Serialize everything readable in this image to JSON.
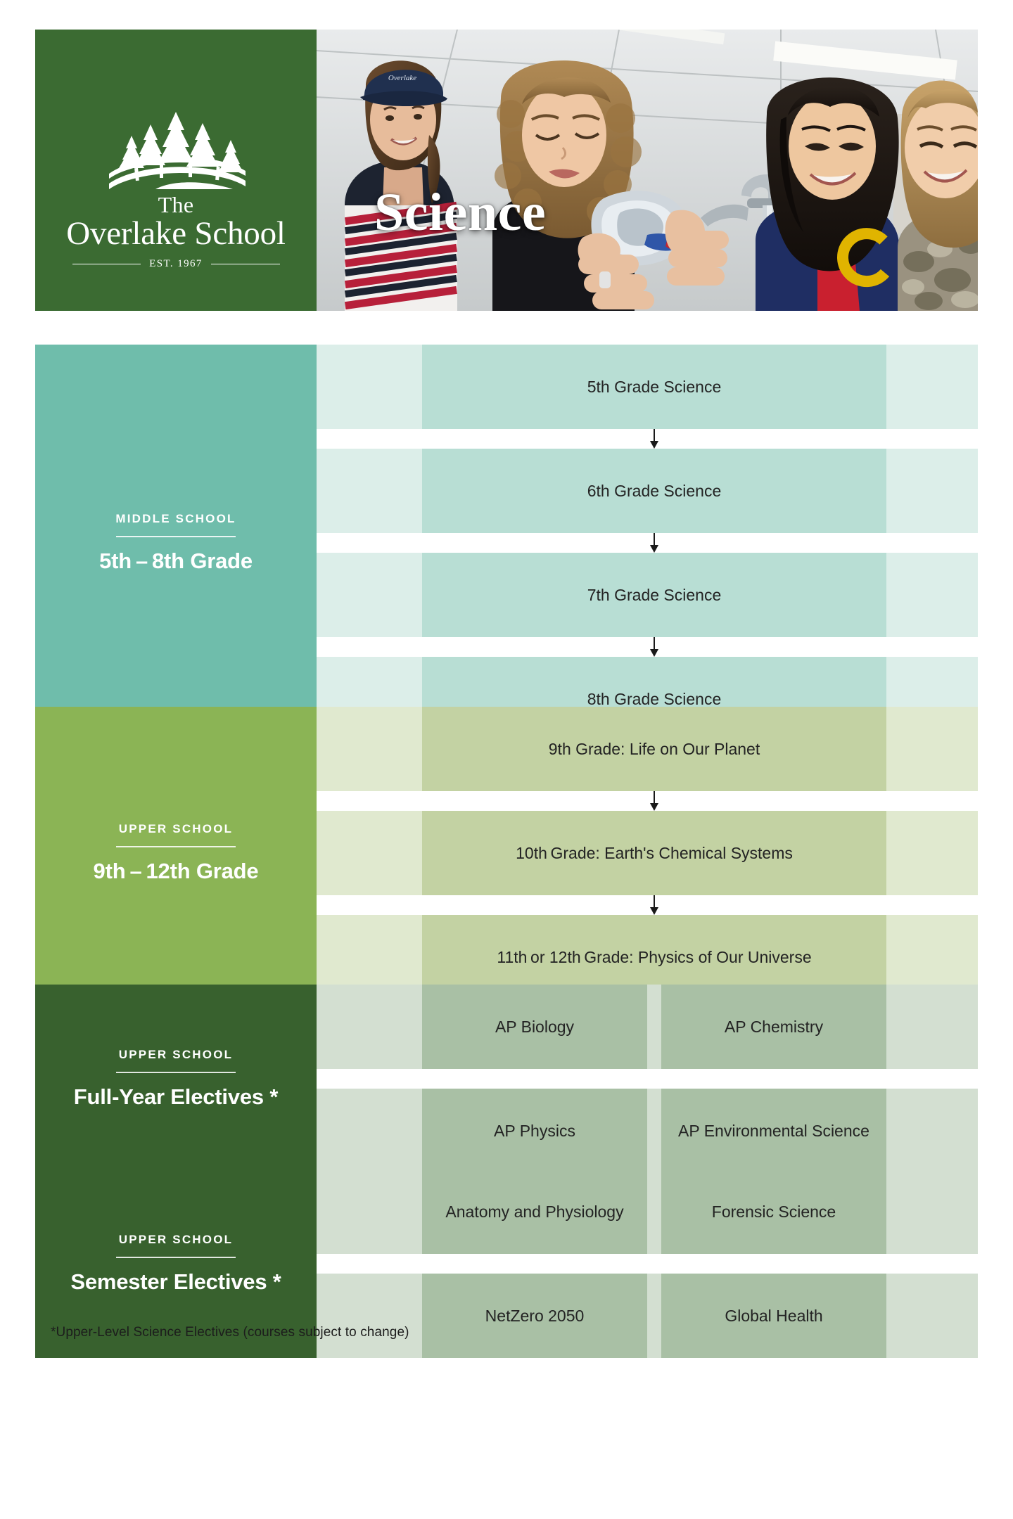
{
  "header": {
    "logo": {
      "the": "The",
      "name": "Overlake School",
      "est": "EST. 1967",
      "mark": "trees-bridge-logo"
    },
    "title": "Science"
  },
  "sections": [
    {
      "id": "middle-school",
      "kicker": "MIDDLE SCHOOL",
      "title": "5th – 8th Grade",
      "label_bg": "#6fbdab",
      "track_bg": "#dceee9",
      "cell_bg": "#b8ded4",
      "flow": true,
      "rows": [
        {
          "cells": [
            "5th Grade Science"
          ]
        },
        {
          "cells": [
            "6th Grade Science"
          ]
        },
        {
          "cells": [
            "7th Grade Science"
          ]
        },
        {
          "cells": [
            "8th Grade Science"
          ]
        }
      ]
    },
    {
      "id": "upper-school",
      "kicker": "UPPER SCHOOL",
      "title": "9th – 12th Grade",
      "label_bg": "#8bb455",
      "track_bg": "#e0e9cf",
      "cell_bg": "#c3d2a3",
      "flow": true,
      "rows": [
        {
          "cells": [
            "9th Grade: Life on Our Planet"
          ]
        },
        {
          "cells": [
            "10th Grade: Earth's Chemical Systems"
          ]
        },
        {
          "cells": [
            "11th or 12th Grade: Physics of Our Universe"
          ]
        }
      ]
    },
    {
      "id": "full-year-electives",
      "kicker": "UPPER SCHOOL",
      "title": "Full-Year Electives *",
      "label_bg": "#38612e",
      "track_bg": "#d3dfd1",
      "cell_bg": "#a9c0a5",
      "flow": false,
      "rows": [
        {
          "cells": [
            "AP Biology",
            "AP Chemistry"
          ]
        },
        {
          "cells": [
            "AP Physics",
            "AP Environmental Science"
          ]
        }
      ]
    },
    {
      "id": "semester-electives",
      "kicker": "UPPER SCHOOL",
      "title": "Semester Electives *",
      "label_bg": "#38612e",
      "track_bg": "#d3dfd1",
      "cell_bg": "#a9c0a5",
      "flow": false,
      "rows": [
        {
          "cells": [
            "Anatomy and Physiology",
            "Forensic Science"
          ]
        },
        {
          "cells": [
            "NetZero 2050",
            "Global Health"
          ]
        }
      ]
    }
  ],
  "footnote": "*Upper-Level Science Electives (courses subject to change)"
}
